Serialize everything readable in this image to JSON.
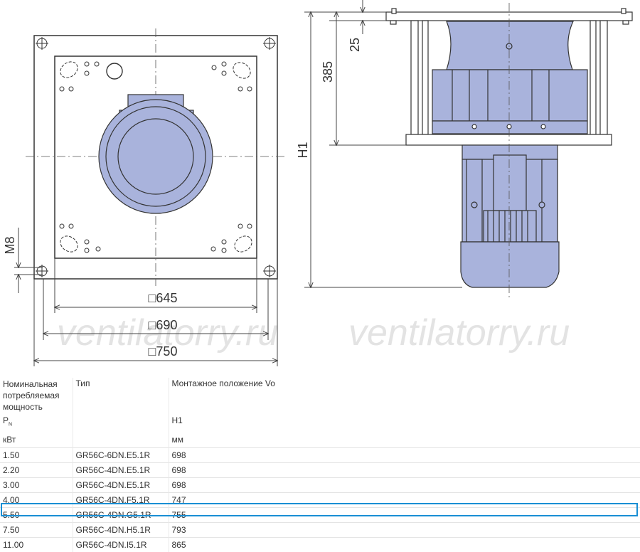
{
  "drawing": {
    "dims": {
      "sq645": "□645",
      "sq690": "□690",
      "sq750": "□750",
      "d25": "25",
      "d385": "385",
      "h1": "H1",
      "m8": "M8"
    },
    "watermark": "ventilatorry.ru",
    "colors": {
      "body": "#a9b3dc",
      "line": "#333333",
      "dim": "#444444"
    }
  },
  "table": {
    "head": {
      "col1_lines": [
        "Номинальная",
        "потребляемая",
        "мощность"
      ],
      "col2": "Тип",
      "col3": "Монтажное положение Vo",
      "sym_power": "P",
      "sym_power_sub": "N",
      "sym_h1": "H1",
      "unit_power": "кВт",
      "unit_h1": "мм"
    },
    "rows": [
      {
        "power": "1.50",
        "type": "GR56C-6DN.E5.1R",
        "h1": "698"
      },
      {
        "power": "2.20",
        "type": "GR56C-4DN.E5.1R",
        "h1": "698"
      },
      {
        "power": "3.00",
        "type": "GR56C-4DN.E5.1R",
        "h1": "698"
      },
      {
        "power": "4.00",
        "type": "GR56C-4DN.F5.1R",
        "h1": "747"
      },
      {
        "power": "5.50",
        "type": "GR56C-4DN.G5.1R",
        "h1": "755"
      },
      {
        "power": "7.50",
        "type": "GR56C-4DN.H5.1R",
        "h1": "793"
      },
      {
        "power": "11.00",
        "type": "GR56C-4DN.I5.1R",
        "h1": "865"
      }
    ],
    "highlight_color": "#1a8fd4"
  }
}
